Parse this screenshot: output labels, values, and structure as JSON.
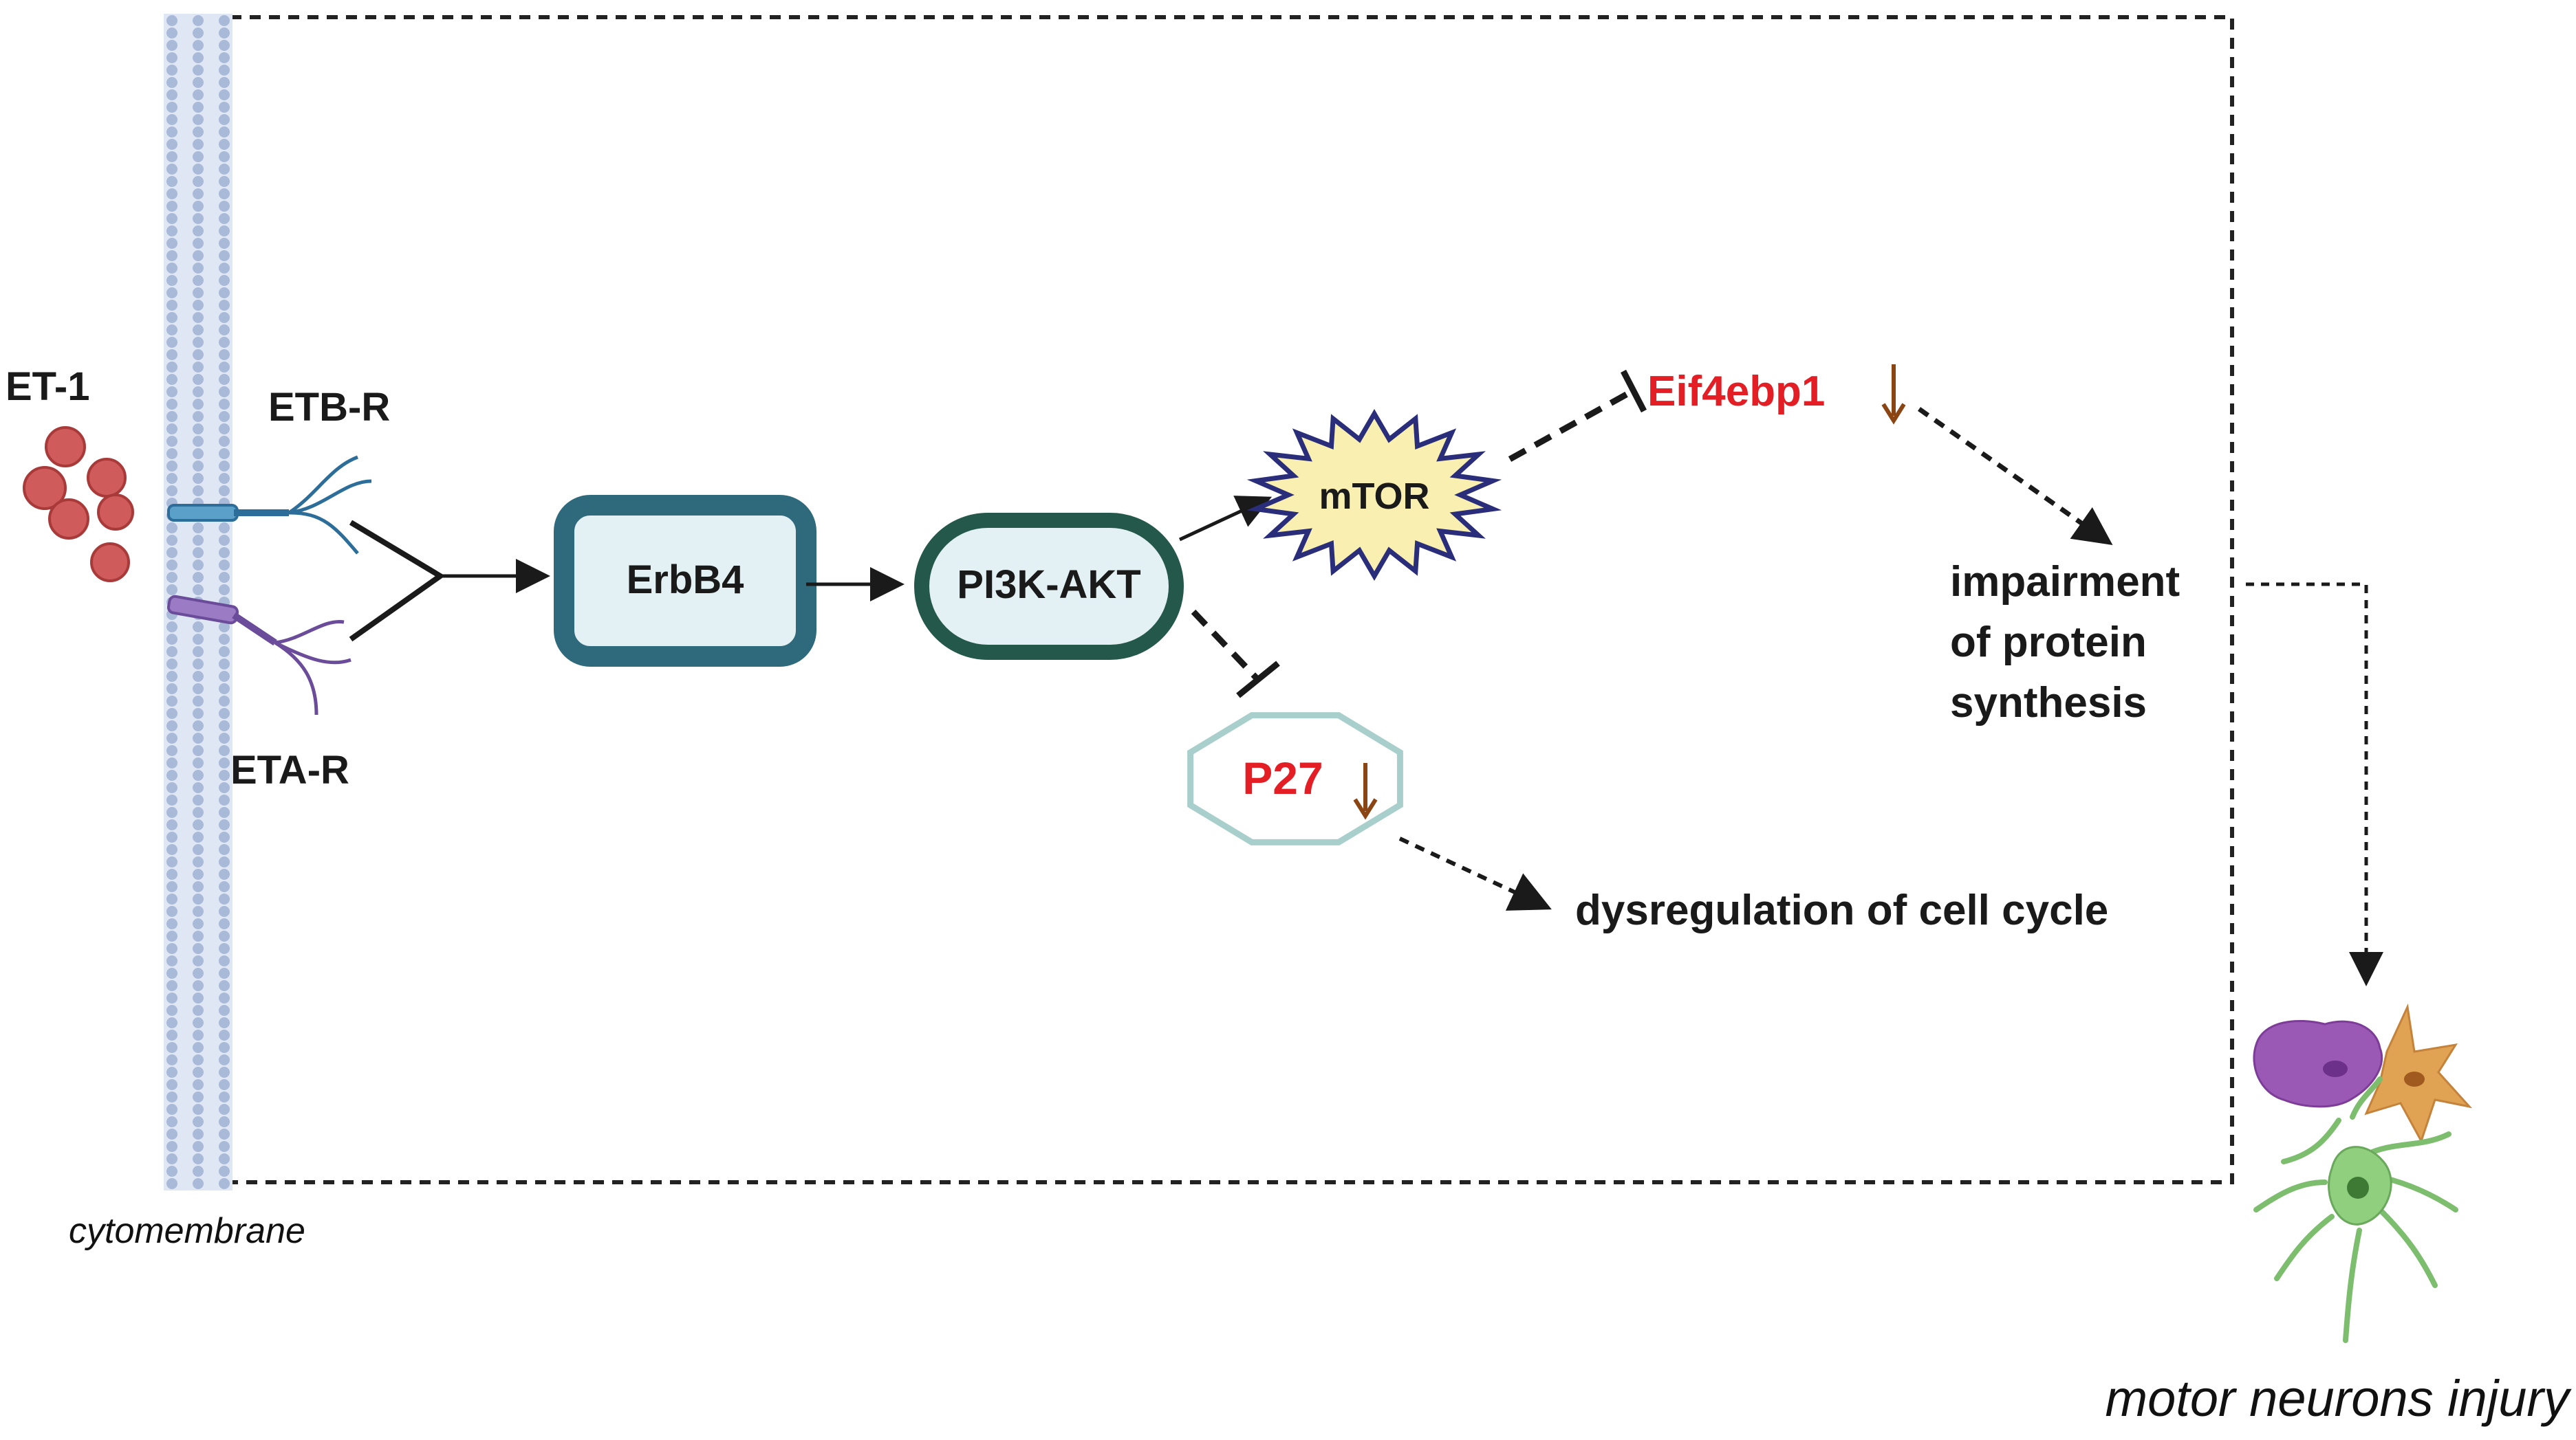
{
  "labels": {
    "ligand": "ET-1",
    "receptor_b": "ETB-R",
    "receptor_a": "ETA-R",
    "membrane": "cytomembrane",
    "erbb4": "ErbB4",
    "pi3k": "PI3K-AKT",
    "mtor": "mTOR",
    "eif4ebp1": "Eif4ebp1",
    "p27": "P27",
    "protein_line1": "impairment",
    "protein_line2": "of protein",
    "protein_line3": "synthesis",
    "cell_cycle": "dysregulation of cell cycle",
    "outcome": "motor neurons injury"
  },
  "icons": {
    "down_arrow": "down-arrow-icon",
    "cells": "neuron-cells-icon"
  },
  "colors": {
    "membrane": "#a9b9d8",
    "erbb4_border": "#2f6a7c",
    "erbb4_fill": "#e3f1f4",
    "pi3k_border": "#24584a",
    "pi3k_fill": "#e3f1f4",
    "mtor_fill": "#f8efb0",
    "mtor_border": "#2a2e7a",
    "p27_border": "#a9cfcc",
    "highlight_text": "#e31e24",
    "down_arrow": "#8b4513",
    "ligand": "#c94a4a"
  }
}
